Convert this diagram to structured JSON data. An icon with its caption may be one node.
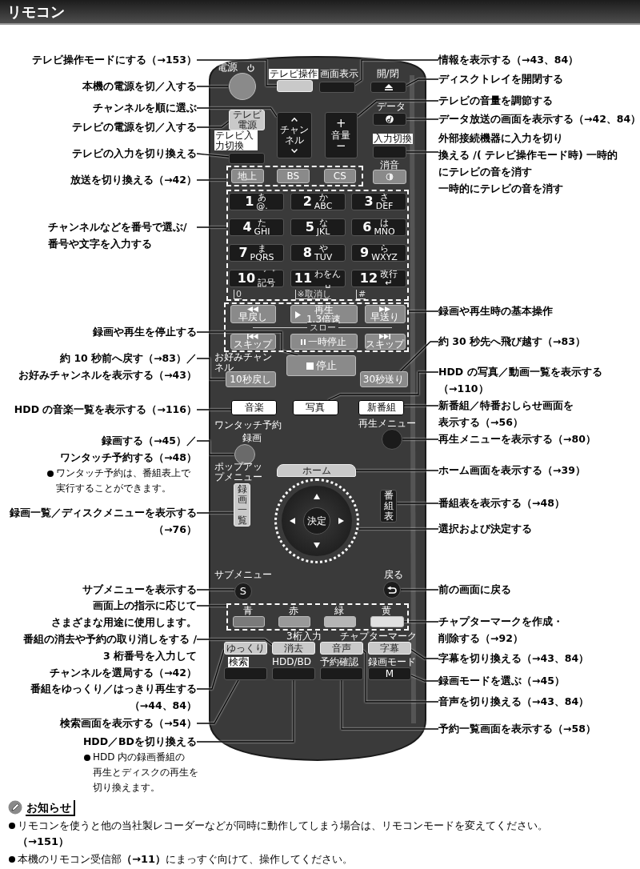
{
  "diagram": {
    "title": "リモコン",
    "nodes": [
      {
        "text": [
          "テレビ操作モードにする（→153）"
        ]
      },
      {
        "text": [
          "本機の電源を切／入する"
        ]
      },
      {
        "text": [
          "チャンネルを順に選ぶ"
        ]
      },
      {
        "text": [
          "テレビの電源を切／入する"
        ]
      },
      {
        "text": [
          "テレビの入力を切り換える"
        ]
      },
      {
        "text": [
          "放送を切り換える（→42）"
        ]
      },
      {
        "text": [
          "チャンネルなどを番号で選ぶ/番号や文字を入力する"
        ]
      },
      {
        "text": [
          "録画や再生を停止する"
        ]
      },
      {
        "text": [
          "約 10 秒前へ戻す（→83）／お好みチャンネルを表示する（→43）"
        ]
      },
      {
        "text": [
          "HDD の音楽一覧を表示する（→116）"
        ]
      },
      {
        "text": [
          "録画する（→45）／ワンタッチ予約する（→48）",
          "ワンタッチ予約は、番組表上で実行することができます。"
        ]
      },
      {
        "text": [
          "録画一覧／ディスクメニューを表示する（→76）"
        ]
      },
      {
        "text": [
          "サブメニューを表示する"
        ]
      },
      {
        "text": [
          "画面上の指示に応じてさまざまな用途に使用します。"
        ]
      },
      {
        "text": [
          "番組の消去や予約の取り消しをする /3 桁番号を入力してチャンネルを選局する（→42）"
        ]
      },
      {
        "text": [
          "番組をゆっくり／はっきり再生する（→44、84）"
        ]
      },
      {
        "text": [
          "検索画面を表示する（→54）"
        ]
      },
      {
        "text": [
          "HDD／BDを切り換える",
          "HDD 内の録画番組の再生とディスクの再生を切り換えます。"
        ]
      },
      {
        "text": [
          "情報を表示する（→43、84）"
        ]
      },
      {
        "text": [
          "ディスクトレイを開閉する"
        ]
      },
      {
        "text": [
          "テレビの音量を調節する"
        ]
      },
      {
        "text": [
          "データ放送の画面を表示する（→42、84）"
        ]
      },
      {
        "text": [
          "外部接続機器に入力を切り換える /( テレビ操作モード時) 一時的にテレビの音を消す",
          "一時的にテレビの音を消す"
        ]
      },
      {
        "text": [
          "録画や再生時の基本操作"
        ]
      },
      {
        "text": [
          "約 30 秒先へ飛び越す（→83）"
        ]
      },
      {
        "text": [
          "HDD の写真／動画一覧を表示する（→110）"
        ]
      },
      {
        "text": [
          "新番組／特番おしらせ画面を表示する（→56）"
        ]
      },
      {
        "text": [
          "再生メニューを表示する（→80）"
        ]
      },
      {
        "text": [
          "ホーム画面を表示する（→39）"
        ]
      },
      {
        "text": [
          "番組表を表示する（→48）"
        ]
      },
      {
        "text": [
          "選択および決定する"
        ]
      },
      {
        "text": [
          "前の画面に戻る"
        ]
      },
      {
        "text": [
          "チャプターマークを作成・削除する（→92）"
        ]
      },
      {
        "text": [
          "字幕を切り換える（→43、84）"
        ]
      },
      {
        "text": [
          "録画モードを選ぶ（→45）"
        ]
      },
      {
        "text": [
          "音声を切り換える（→43、84）"
        ]
      },
      {
        "text": [
          "予約一覧画面を表示する（→58）"
        ]
      },
      {
        "text": [],
        "shape": "circle",
        "beside": [
          "電源"
        ]
      },
      {
        "text": [],
        "shape": "box",
        "beside": [
          "テレビ操作"
        ]
      },
      {
        "text": [],
        "shape": "box",
        "beside": [
          "画面表示"
        ]
      },
      {
        "text": [],
        "shape": "box",
        "beside": [
          "開/閉"
        ]
      },
      {
        "text": [
          "テレビ電源"
        ]
      },
      {
        "text": [],
        "shape": "box",
        "beside": [
          "テレビ入力切換"
        ]
      },
      {
        "text": [
          "チャンネル"
        ]
      },
      {
        "text": [
          "+",
          "音量",
          "−"
        ]
      },
      {
        "text": [],
        "shape": "box",
        "beside": [
          "データ"
        ]
      },
      {
        "text": [],
        "shape": "box",
        "beside": [
          "入力切換",
          "消音"
        ]
      },
      {
        "text": [],
        "shape": "box"
      },
      {
        "text": [
          "地上"
        ],
        "in": 47
      },
      {
        "text": [
          "BS"
        ],
        "in": 47
      },
      {
        "text": [
          "CS"
        ],
        "in": 47
      },
      {
        "text": [],
        "shape": "box"
      },
      {
        "text": [],
        "shape": "box"
      },
      {
        "text": [
          "1",
          "あ",
          "@."
        ],
        "in": 52
      },
      {
        "text": [
          "2",
          "か",
          "ABC"
        ],
        "in": 52
      },
      {
        "text": [
          "3",
          "さ",
          "DEF"
        ],
        "in": 52
      },
      {
        "text": [
          "4",
          "た",
          "GHI"
        ],
        "in": 52
      },
      {
        "text": [
          "5",
          "な",
          "JKL"
        ],
        "in": 52
      },
      {
        "text": [
          "6",
          "は",
          "MNO"
        ],
        "in": 52
      },
      {
        "text": [
          "7",
          "ま",
          "PQRS"
        ],
        "in": 52
      },
      {
        "text": [
          "8",
          "や",
          "TUV"
        ],
        "in": 52
      },
      {
        "text": [
          "9",
          "ら",
          "WXYZ"
        ],
        "in": 52
      },
      {
        "text": [
          "10",
          "゛゜",
          "記号"
        ],
        "in": 52,
        "beside": [
          "0"
        ]
      },
      {
        "text": [
          "11",
          "わをん",
          "␣"
        ],
        "in": 52,
        "beside": [
          "※取消し"
        ]
      },
      {
        "text": [
          "12",
          "改行",
          "↵"
        ],
        "in": 52,
        "beside": [
          "#"
        ]
      },
      {
        "text": [],
        "shape": "box"
      },
      {
        "text": [
          "早戻し"
        ],
        "in": 65
      },
      {
        "text": [
          "再生",
          "1.3倍速"
        ],
        "in": 65
      },
      {
        "text": [
          "早送り"
        ],
        "in": 65
      },
      {
        "text": [
          "スキップ"
        ],
        "in": 65
      },
      {
        "text": [
          "一時停止"
        ],
        "in": 65
      },
      {
        "text": [
          "スキップ"
        ],
        "in": 65
      },
      {
        "text": [
          "停止"
        ]
      },
      {
        "text": [
          "10秒戻し"
        ],
        "beside": [
          "お好みチャンネル"
        ]
      },
      {
        "text": [
          "30秒送り"
        ]
      },
      {
        "text": [
          "音楽"
        ]
      },
      {
        "text": [
          "写真"
        ]
      },
      {
        "text": [
          "新番組"
        ]
      },
      {
        "text": [],
        "shape": "circle"
      },
      {
        "text": [],
        "shape": "circle",
        "beside": [
          "再生メニュー"
        ]
      },
      {
        "text": [],
        "shape": "circle"
      },
      {
        "text": [
          "決定"
        ],
        "in": 80
      },
      {
        "text": [
          "ホーム"
        ]
      },
      {
        "text": [
          "録画一覧"
        ]
      },
      {
        "text": [
          "番組表"
        ]
      },
      {
        "text": [
          "S"
        ],
        "beside": [
          "サブメニュー"
        ]
      },
      {
        "text": [],
        "shape": "circle",
        "beside": [
          "戻る"
        ]
      },
      {
        "text": [],
        "shape": "box"
      },
      {
        "text": [],
        "shape": "box",
        "beside": [
          "青"
        ],
        "in": 87
      },
      {
        "text": [],
        "shape": "box",
        "beside": [
          "赤"
        ],
        "in": 87
      },
      {
        "text": [],
        "shape": "box",
        "beside": [
          "緑"
        ],
        "in": 87
      },
      {
        "text": [],
        "shape": "box",
        "beside": [
          "黄",
          "チャプターマーク"
        ],
        "in": 87
      },
      {
        "text": [
          "ゆっくり"
        ]
      },
      {
        "text": [
          "消去"
        ],
        "beside": [
          "3桁入力"
        ]
      },
      {
        "text": [
          "音声"
        ]
      },
      {
        "text": [
          "字幕"
        ]
      },
      {
        "text": [],
        "shape": "box",
        "beside": [
          "検索"
        ]
      },
      {
        "text": [],
        "shape": "box",
        "beside": [
          "HDD/BD"
        ]
      },
      {
        "text": [],
        "shape": "box",
        "beside": [
          "予約確認"
        ]
      },
      {
        "text": [
          "M"
        ],
        "beside": [
          "録画モード"
        ]
      }
    ],
    "edges": [
      {
        "from": 0,
        "to": 38,
        "arrow": "none"
      },
      {
        "from": 1,
        "to": 37,
        "arrow": "none"
      },
      {
        "from": 2,
        "to": 43,
        "arrow": "none"
      },
      {
        "from": 3,
        "to": 41,
        "arrow": "none"
      },
      {
        "from": 4,
        "to": 42,
        "arrow": "none"
      },
      {
        "from": 5,
        "to": 47,
        "arrow": "none"
      },
      {
        "from": 6,
        "to": 52,
        "arrow": "none"
      },
      {
        "from": 7,
        "to": 72,
        "arrow": "none"
      },
      {
        "from": 8,
        "to": 73,
        "arrow": "none"
      },
      {
        "from": 9,
        "to": 75,
        "arrow": "none"
      },
      {
        "from": 10,
        "to": 78,
        "arrow": "none"
      },
      {
        "from": 11,
        "to": 83,
        "arrow": "none"
      },
      {
        "from": 12,
        "to": 85,
        "arrow": "none"
      },
      {
        "from": 13,
        "to": 87,
        "arrow": "none"
      },
      {
        "from": 14,
        "to": 93,
        "arrow": "none"
      },
      {
        "from": 15,
        "to": 92,
        "arrow": "none"
      },
      {
        "from": 16,
        "to": 96,
        "arrow": "none"
      },
      {
        "from": 17,
        "to": 97,
        "arrow": "none"
      },
      {
        "from": 18,
        "to": 39,
        "arrow": "none"
      },
      {
        "from": 19,
        "to": 40,
        "arrow": "none"
      },
      {
        "from": 20,
        "to": 44,
        "arrow": "none"
      },
      {
        "from": 21,
        "to": 45,
        "arrow": "none"
      },
      {
        "from": 22,
        "to": 46,
        "arrow": "none"
      },
      {
        "from": 23,
        "to": 65,
        "arrow": "none"
      },
      {
        "from": 24,
        "to": 74,
        "arrow": "none"
      },
      {
        "from": 25,
        "to": 76,
        "arrow": "none"
      },
      {
        "from": 26,
        "to": 77,
        "arrow": "none"
      },
      {
        "from": 27,
        "to": 79,
        "arrow": "none"
      },
      {
        "from": 28,
        "to": 82,
        "arrow": "none"
      },
      {
        "from": 29,
        "to": 84,
        "arrow": "none"
      },
      {
        "from": 30,
        "to": 80,
        "arrow": "none"
      },
      {
        "from": 31,
        "to": 86,
        "arrow": "none"
      },
      {
        "from": 32,
        "to": 91,
        "arrow": "none"
      },
      {
        "from": 33,
        "to": 95,
        "arrow": "none"
      },
      {
        "from": 34,
        "to": 99,
        "arrow": "none"
      },
      {
        "from": 35,
        "to": 94,
        "arrow": "none"
      },
      {
        "from": 36,
        "to": 98,
        "arrow": "none"
      }
    ],
    "labels": [
      "スロー",
      "ワンタッチ予約",
      "録画",
      "ポップアップメニュー",
      "お知らせ",
      "リモコンを使うと他の当社製レコーダーなどが同時に動作してしまう場合は、リモコンモードを変えてください。**（→151）**",
      "本機のリモコン受信部**（→11）**にまっすぐ向けて、操作してください。"
    ]
  }
}
